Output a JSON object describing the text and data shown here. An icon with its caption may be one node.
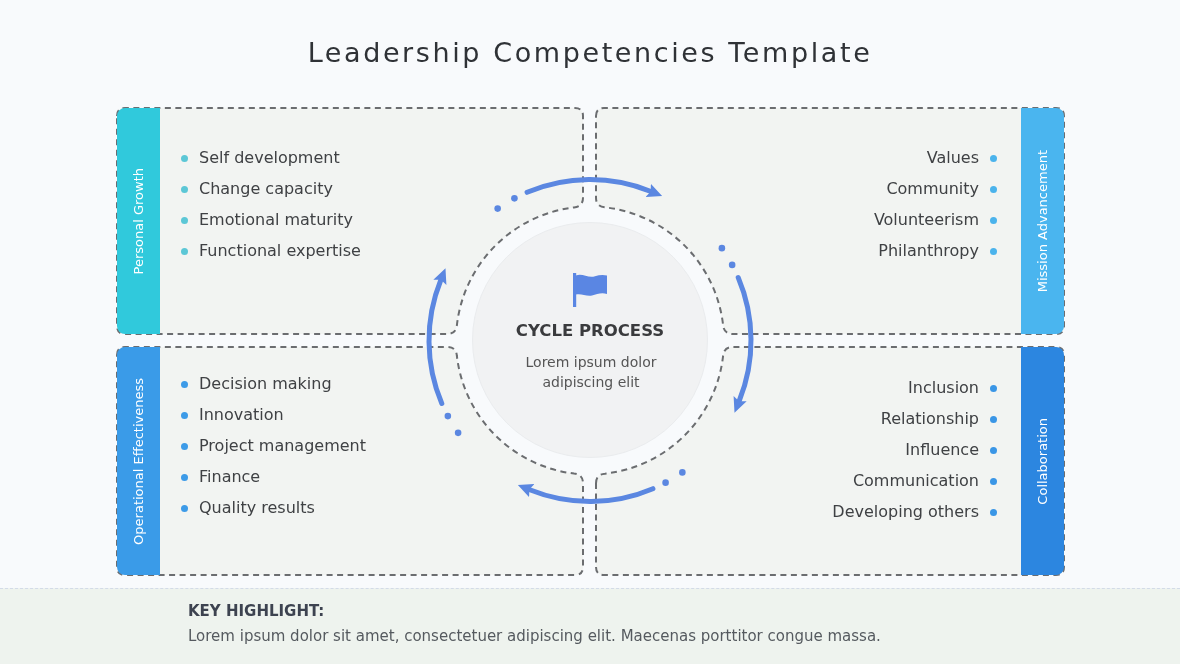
{
  "diagram": {
    "title": "Leadership Competencies Template",
    "nodes": [
      {
        "text": [
          "Personal Growth",
          "Self development",
          "Change capacity",
          "Emotional maturity",
          "Functional expertise"
        ]
      },
      {
        "text": [
          "Mission Advancement",
          "Values",
          "Community",
          "Volunteerism",
          "Philanthropy"
        ]
      },
      {
        "text": [
          "CYCLE PROCESS",
          "Lorem ipsum dolor adipiscing elit"
        ]
      },
      {
        "text": [
          "Operational Effectiveness",
          "Decision making",
          "Innovation",
          "Project management",
          "Finance",
          "Quality results"
        ]
      },
      {
        "text": [
          "Collaboration",
          "Inclusion",
          "Relationship",
          "Influence",
          "Communication",
          "Developing others"
        ]
      },
      {
        "text": [
          "KEY HIGHLIGHT:",
          "Lorem ipsum dolor sit amet, consectetuer adipiscing elit. Maecenas porttitor congue massa."
        ]
      }
    ],
    "edges": [
      {
        "from": 0,
        "to": 1,
        "arrow": "to"
      },
      {
        "from": 1,
        "to": 4,
        "arrow": "to"
      },
      {
        "from": 4,
        "to": 3,
        "arrow": "to"
      },
      {
        "from": 3,
        "to": 0,
        "arrow": "to"
      }
    ]
  }
}
